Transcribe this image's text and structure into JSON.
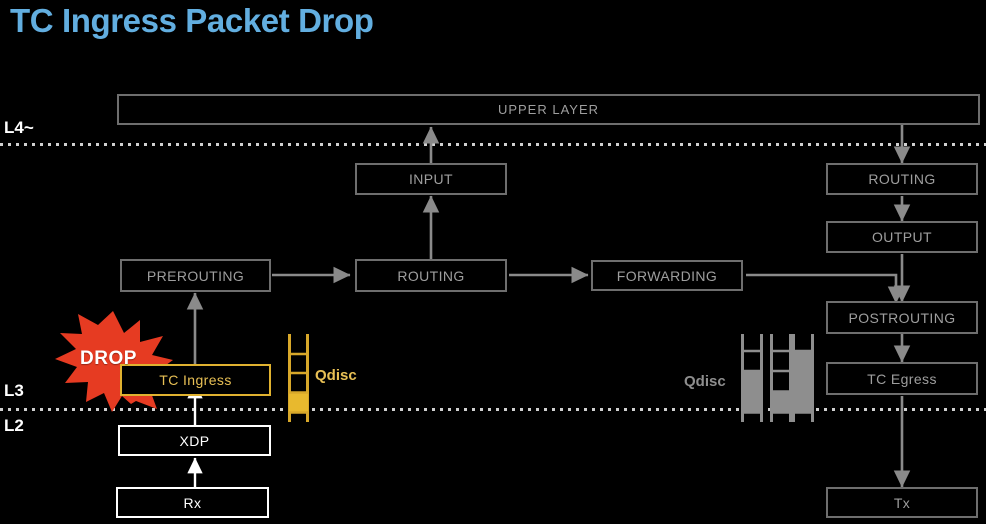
{
  "title": "TC Ingress Packet Drop",
  "colors": {
    "title": "#62aee0",
    "background": "#000000",
    "node_border": "#7b7b7b",
    "node_text": "#b5b5b5",
    "highlight_gold": "#e0b230",
    "highlight_white": "#ffffff",
    "drop_red": "#e63b22",
    "qdisc_gold_fill": "#e8b92e",
    "qdisc_gray_fill": "#8e8e8e",
    "divider_dotted": "#c9c9c9"
  },
  "layers": [
    {
      "name": "layer-label-l4",
      "label": "L4~"
    },
    {
      "name": "layer-label-l3",
      "label": "L3"
    },
    {
      "name": "layer-label-l2",
      "label": "L2"
    }
  ],
  "nodes": {
    "upper_layer": "UPPER LAYER",
    "input": "INPUT",
    "prerouting": "PREROUTING",
    "routing_left": "ROUTING",
    "forwarding": "FORWARDING",
    "routing_right": "ROUTING",
    "output": "OUTPUT",
    "postrouting": "POSTROUTING",
    "tc_egress": "TC Egress",
    "tc_ingress": "TC Ingress",
    "xdp": "XDP",
    "rx": "Rx",
    "tx": "Tx"
  },
  "annotations": {
    "drop_badge": "DROP",
    "qdisc_ingress": "Qdisc",
    "qdisc_egress": "Qdisc"
  },
  "qdisc_ingress_queue": {
    "cells": 4,
    "filled_from_bottom": 1
  },
  "qdisc_egress_queues": [
    {
      "cells": 4,
      "filled_from_bottom": 2
    },
    {
      "cells": 4,
      "filled_from_bottom": 1
    },
    {
      "cells": 4,
      "filled_from_bottom": 3
    }
  ]
}
